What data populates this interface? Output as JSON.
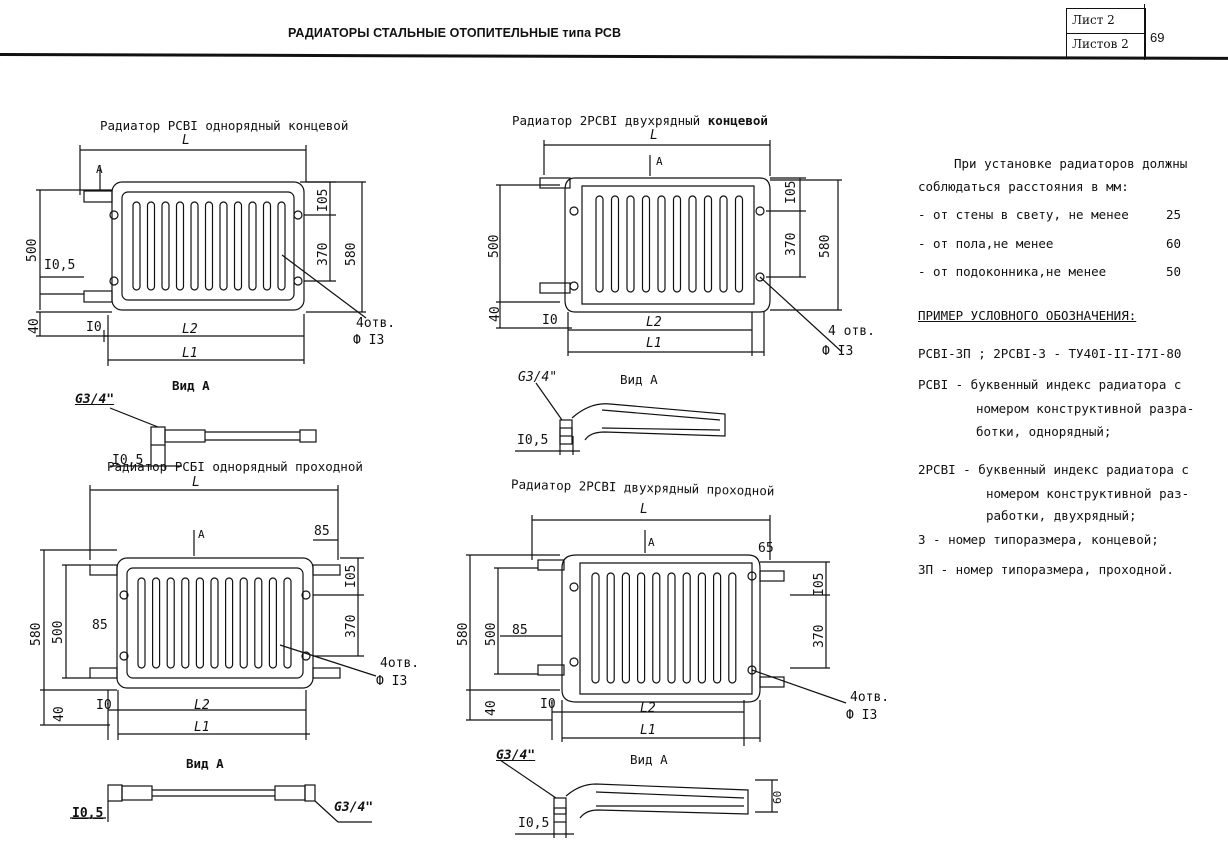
{
  "header": {
    "title": "РАДИАТОРЫ СТАЛЬНЫЕ ОТОПИТЕЛЬНЫЕ типа РСВ",
    "sheet_label": "Лист 2",
    "sheets_label": "Листов 2",
    "page_number": "69"
  },
  "drawings": {
    "d1": {
      "caption": "Радиатор РСВI однорядный концевой",
      "view_caption": "Вид А",
      "labels": {
        "L": "L",
        "A": "A",
        "d105": "I05",
        "d370": "370",
        "d580": "580",
        "d500": "500",
        "d10_5": "I0,5",
        "d40": "40",
        "d10": "I0",
        "L2": "L2",
        "L1": "L1",
        "holes": "4отв.",
        "phi13": "Ф I3",
        "pipe": "G3/4\"",
        "view_10_5": "I0,5"
      }
    },
    "d2": {
      "caption_normal": "Радиатор 2РСВI двухрядный",
      "caption_bold": "концевой",
      "view_caption": "Вид А",
      "labels": {
        "L": "L",
        "A": "A",
        "d105": "I05",
        "d370": "370",
        "d580": "580",
        "d500": "500",
        "d40": "40",
        "d10": "I0",
        "L2": "L2",
        "L1": "L1",
        "holes": "4 отв.",
        "phi13": "Ф I3",
        "pipe": "G3/4\"",
        "view_10_5": "I0,5"
      }
    },
    "d3": {
      "caption": "Радиатор РСБI однорядный проходной",
      "view_caption": "Вид А",
      "labels": {
        "L": "L",
        "A": "A",
        "d85a": "85",
        "d105": "I05",
        "d370": "370",
        "d580": "580",
        "d500": "500",
        "d85b": "85",
        "d40": "40",
        "d10": "I0",
        "L2": "L2",
        "L1": "L1",
        "holes": "4отв.",
        "phi13": "Ф I3",
        "pipe": "G3/4\"",
        "view_10_5": "I0,5"
      }
    },
    "d4": {
      "caption": "Радиатор 2РСВI двухрядный проходной",
      "view_caption": "Вид А",
      "labels": {
        "L": "L",
        "A": "A",
        "d65": "65",
        "d105": "I05",
        "d370": "370",
        "d580": "580",
        "d500": "500",
        "d85": "85",
        "d40": "40",
        "d10": "I0",
        "L2": "L2",
        "L1": "L1",
        "holes": "4отв.",
        "phi13": "Ф I3",
        "pipe": "G3/4\"",
        "view_10_5": "I0,5",
        "d60": "60"
      }
    }
  },
  "notes": {
    "intro_1": "При установке радиаторов должны",
    "intro_2": "соблюдаться расстояния в мм:",
    "distances": [
      {
        "label": "- от стены в свету, не менее",
        "value": "25"
      },
      {
        "label": "- от пола,не менее",
        "value": "60"
      },
      {
        "label": "- от подоконника,не менее",
        "value": "50"
      }
    ],
    "example_heading": "ПРИМЕР УСЛОВНОГО ОБОЗНАЧЕНИЯ:",
    "example_line": "РСВI-3П ;  2РСВI-3 - ТУ40I-II-I7I-80",
    "def1_1": "РСВI - буквенный индекс радиатора с",
    "def1_2": "номером конструктивной разра-",
    "def1_3": "ботки, однорядный;",
    "def2_1": "2РСВI - буквенный индекс радиатора с",
    "def2_2": "номером конструктивной раз-",
    "def2_3": "работки, двухрядный;",
    "def3": "3 - номер типоразмера, концевой;",
    "def4": "3П - номер типоразмера, проходной."
  }
}
